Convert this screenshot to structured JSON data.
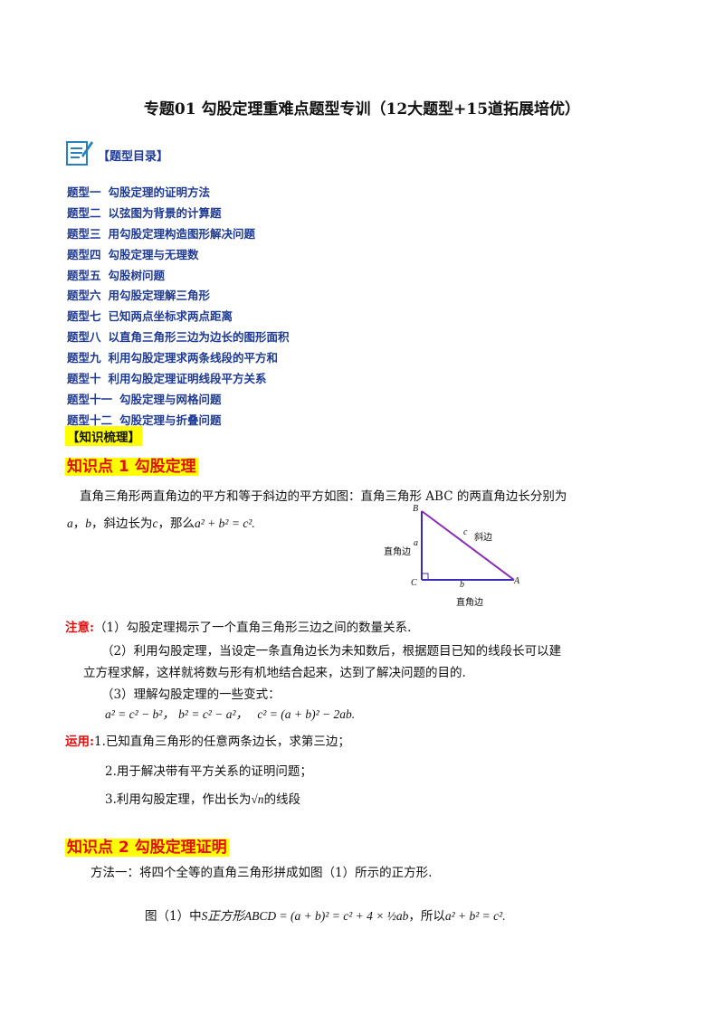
{
  "title": "专题01 勾股定理重难点题型专训（12大题型+15道拓展培优）",
  "toc": {
    "heading": "【题型目录】",
    "items": [
      {
        "num": "题型一",
        "text": "勾股定理的证明方法"
      },
      {
        "num": "题型二",
        "text": "以弦图为背景的计算题"
      },
      {
        "num": "题型三",
        "text": "用勾股定理构造图形解决问题"
      },
      {
        "num": "题型四",
        "text": "勾股定理与无理数"
      },
      {
        "num": "题型五",
        "text": "勾股树问题"
      },
      {
        "num": "题型六",
        "text": "用勾股定理解三角形"
      },
      {
        "num": "题型七",
        "text": "已知两点坐标求两点距离"
      },
      {
        "num": "题型八",
        "text": "以直角三角形三边为边长的图形面积"
      },
      {
        "num": "题型九",
        "text": "利用勾股定理求两条线段的平方和"
      },
      {
        "num": "题型十",
        "text": "利用勾股定理证明线段平方关系"
      },
      {
        "num": "题型十一",
        "text": "勾股定理与网格问题"
      },
      {
        "num": "题型十二",
        "text": "勾股定理与折叠问题"
      }
    ]
  },
  "knowledge_tag": "【知识梳理】",
  "kp1": {
    "heading": "知识点 1  勾股定理",
    "line1": "直角三角形两直角边的平方和等于斜边的平方如图：直角三角形 ABC 的两直角边长分别为",
    "line2_a": "a",
    "line2_b": "b",
    "line2_mid": "，斜边长为",
    "line2_c": "c",
    "line2_then": "，那么",
    "formula": "a² + b² = c²."
  },
  "figure": {
    "B": "B",
    "C": "C",
    "A": "A",
    "a": "a",
    "b": "b",
    "c": "c",
    "leg_vertical": "直角边",
    "leg_horizontal": "直角边",
    "hypotenuse": "斜边"
  },
  "note": {
    "label": "注意:",
    "item1": "（1）勾股定理揭示了一个直角三角形三边之间的数量关系.",
    "item2a": "（2）利用勾股定理，当设定一条直角边长为未知数后，根据题目已知的线段长可以建",
    "item2b": "立方程求解，这样就将数与形有机地结合起来，达到了解决问题的目的.",
    "item3": "（3）理解勾股定理的一些变式：",
    "formula1": "a² = c² − b²，",
    "formula2": "b² = c² − a²，",
    "formula3": "c² = (a + b)² − 2ab."
  },
  "usage": {
    "label": "运用:",
    "item1": "1.已知直角三角形的任意两条边长，求第三边；",
    "item2": "2.用于解决带有平方关系的证明问题；",
    "item3a": "3.利用勾股定理，作出长为",
    "item3_sqrt": "√n",
    "item3b": "的线段"
  },
  "kp2": {
    "heading": "知识点 2  勾股定理证明",
    "method1": "方法一：将四个全等的直角三角形拼成如图（1）所示的正方形.",
    "fig_prefix": "图（1）中",
    "formula": "S正方形ABCD = (a + b)² = c² + 4 × ½ab",
    "so": "，所以",
    "result": "a² + b² = c²."
  }
}
